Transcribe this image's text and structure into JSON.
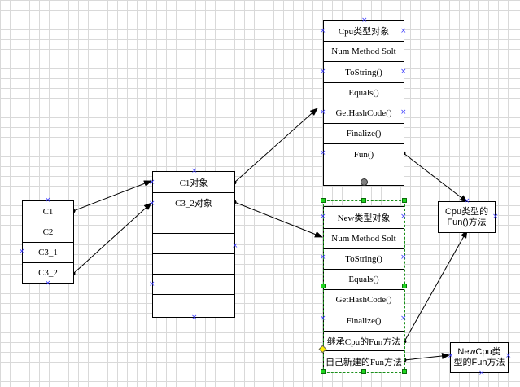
{
  "c_object": {
    "rows": [
      "C1",
      "C2",
      "C3_1",
      "C3_2"
    ]
  },
  "c_types": {
    "rows": [
      "C1对象",
      "C3_2对象",
      "",
      "",
      "",
      "",
      "",
      ""
    ]
  },
  "cpu_table": {
    "rows": [
      "Cpu类型对象",
      "Num Method Solt",
      "ToString()",
      "Equals()",
      "GetHashCode()",
      "Finalize()",
      "Fun()",
      ""
    ]
  },
  "new_table": {
    "rows": [
      "New类型对象",
      "Num Method Solt",
      "ToString()",
      "Equals()",
      "GetHashCode()",
      "Finalize()",
      "继承Cpu的Fun方法",
      "自己新建的Fun方法"
    ]
  },
  "notes": {
    "cpu_fun": "Cpu类型的Fun()方法",
    "newcpu_fun": "NewCpu类型的Fun方法"
  }
}
